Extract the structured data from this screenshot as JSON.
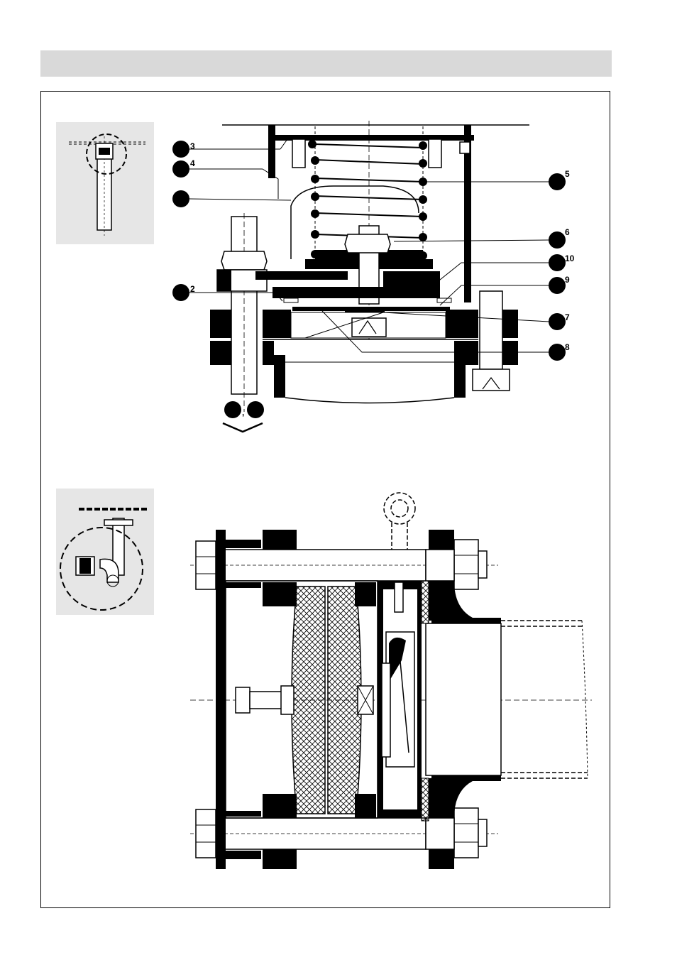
{
  "callouts": {
    "c2": "2",
    "c3": "3",
    "c4": "4",
    "c5": "5",
    "c6": "6",
    "c7": "7",
    "c8": "8",
    "c9": "9",
    "c10": "10",
    "comma": ","
  },
  "icons": {
    "thumb_top": "pipe-detail-locator-icon",
    "thumb_bottom": "elbow-detail-locator-icon",
    "arrow": "chevron-down-icon"
  },
  "colors": {
    "header": "#d9d9d9",
    "thumb_bg": "#e6e6e6",
    "ink": "#000000"
  }
}
